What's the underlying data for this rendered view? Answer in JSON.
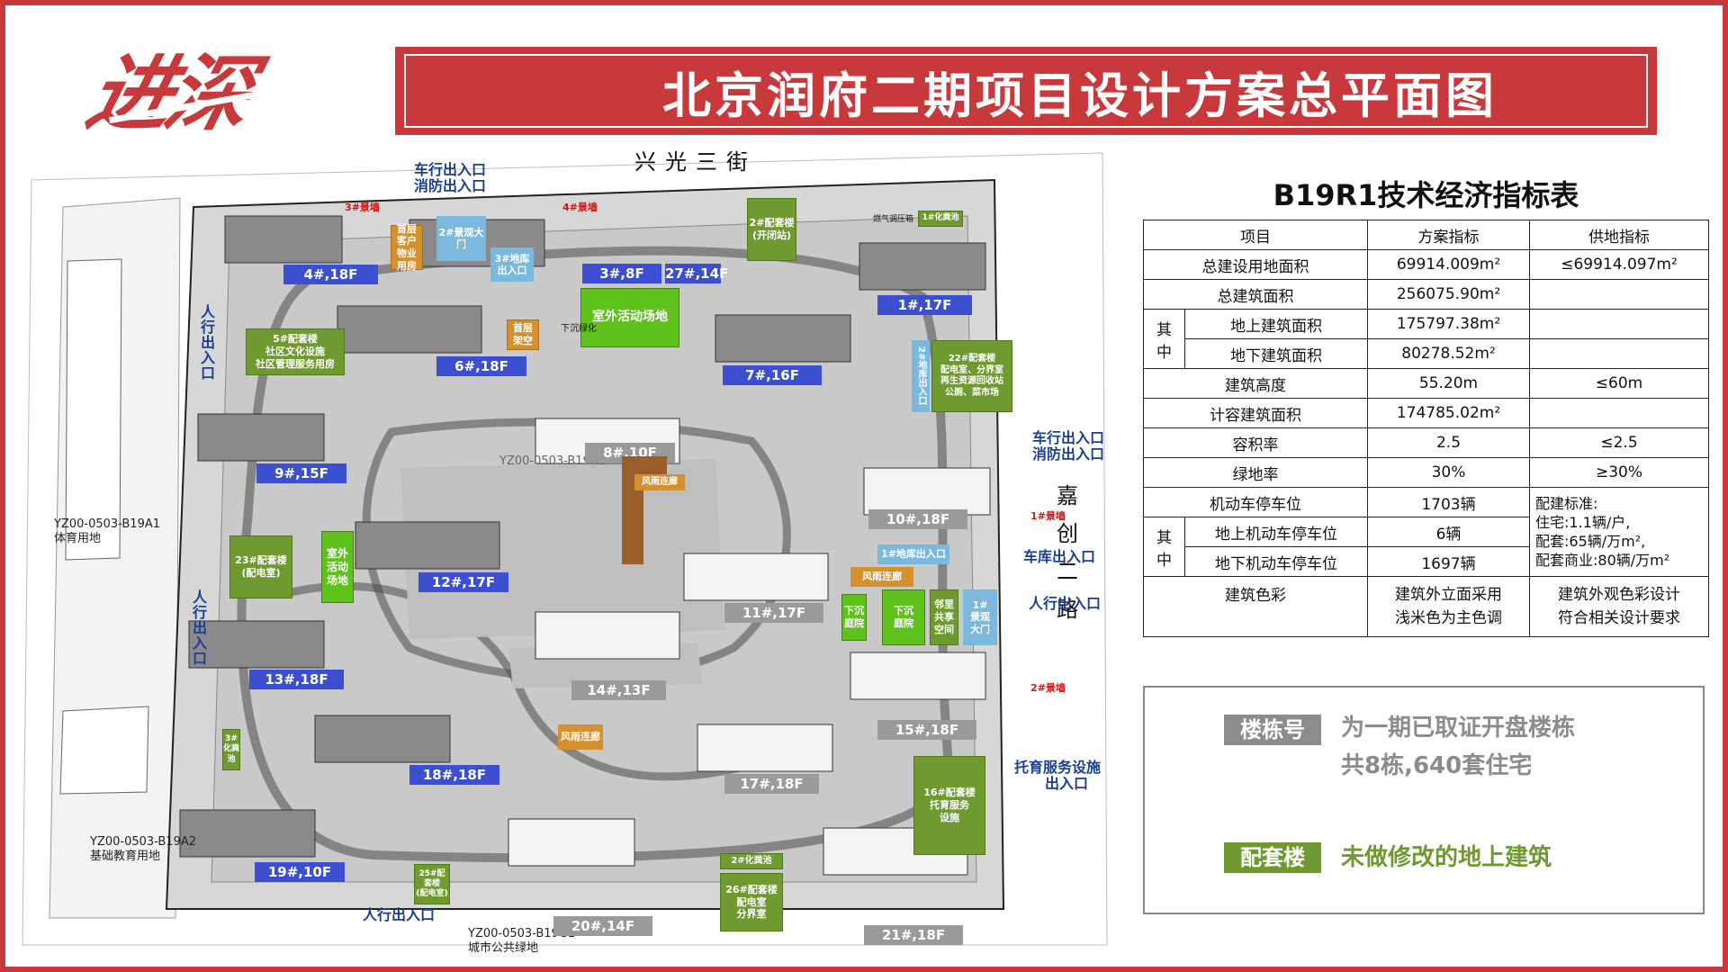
{
  "header": {
    "logo_text": "进深",
    "title": "北京润府二期项目设计方案总平面图"
  },
  "plan": {
    "road_north": "兴光三街",
    "road_east": [
      "嘉",
      "创",
      "二",
      "路"
    ],
    "site_labels": {
      "west_top": [
        "YZ00-0503-B19A1",
        "体育用地"
      ],
      "west_bottom": [
        "YZ00-0503-B19A2",
        "基础教育用地"
      ],
      "south": [
        "YZ00-0503-B19G1",
        "城市公共绿地"
      ],
      "center": "YZ00-0503-B19R1"
    },
    "buildings_blue": [
      {
        "id": "b4",
        "label": "4#,18F"
      },
      {
        "id": "b3",
        "label": "3#,8F"
      },
      {
        "id": "b27",
        "label": "27#,14F"
      },
      {
        "id": "b1",
        "label": "1#,17F"
      },
      {
        "id": "b6",
        "label": "6#,18F"
      },
      {
        "id": "b7",
        "label": "7#,16F"
      },
      {
        "id": "b9",
        "label": "9#,15F"
      },
      {
        "id": "b12",
        "label": "12#,17F"
      },
      {
        "id": "b13",
        "label": "13#,18F"
      },
      {
        "id": "b18",
        "label": "18#,18F"
      },
      {
        "id": "b19",
        "label": "19#,10F"
      }
    ],
    "buildings_gray": [
      {
        "id": "b8",
        "label": "8#,10F"
      },
      {
        "id": "b10",
        "label": "10#,18F"
      },
      {
        "id": "b11",
        "label": "11#,17F"
      },
      {
        "id": "b14",
        "label": "14#,13F"
      },
      {
        "id": "b15",
        "label": "15#,18F"
      },
      {
        "id": "b17",
        "label": "17#,18F"
      },
      {
        "id": "b20",
        "label": "20#,14F"
      },
      {
        "id": "b21",
        "label": "21#,18F"
      }
    ],
    "facilities": {
      "f_top_small": "首层\n客户\n物业\n用房",
      "f2": "2#配套楼\n(开闭站)",
      "f_outdoor_top": "室外活动场地",
      "f_first_floor": "首层\n架空",
      "f5": "5#配套楼\n社区文化设施\n社区管理服务用房",
      "f22": "22#配套楼\n配电室、分界室\n再生资源回收站\n公厕、菜市场",
      "f23": "23#配套楼\n(配电室)",
      "f_outdoor_left": "室外\n活动\n场地",
      "f16": "16#配套楼\n托育服务\n设施",
      "f25": "25#配套楼\n(配电室)",
      "f26": "26#配套楼\n配电室\n分界室",
      "f_sunken1": "下沉\n庭院",
      "f_sunken2": "下沉\n庭院",
      "f_neighbor": "邻里\n共享\n空间",
      "f_green1": "1#化粪池",
      "f_green2": "2#化粪池",
      "f_green3": "3#\n化粪池",
      "f_gas": "燃气调压箱",
      "f_sunken_green": "下沉绿化"
    },
    "corridors": {
      "c1": "风雨连廊",
      "c2": "风雨连廊",
      "c3": "风雨连廊"
    },
    "blue_zones": {
      "z2_gate": "2#景观大门",
      "z3_garage": "3#地库\n出入口",
      "z1_gate": "1#\n景观\n大门",
      "z1_garage": "1#地库出入口",
      "z2_garage": "2#地库出入口"
    },
    "entrances": {
      "north": [
        "车行出入口",
        "消防出入口"
      ],
      "east_vehicle": [
        "车行出入口",
        "消防出入口"
      ],
      "east_garage": "车库出入口",
      "east_pedestrian": "人行出入口",
      "east_nursery": [
        "托育服务设施",
        "出入口"
      ],
      "west_top": "人行出入口",
      "west_bottom": "人行出入口",
      "south": "人行出入口"
    },
    "walls": {
      "w3": "3#景墙",
      "w4": "4#景墙",
      "w1": "1#景墙",
      "w2": "2#景墙"
    }
  },
  "table": {
    "title": "B19R1技术经济指标表",
    "headers": [
      "项目",
      "方案指标",
      "供地指标"
    ],
    "rows": {
      "r1": [
        "总建设用地面积",
        "69914.009m²",
        "≤69914.097m²"
      ],
      "r2": [
        "总建筑面积",
        "256075.90m²",
        ""
      ],
      "r3_group": "其\n中",
      "r3": [
        "地上建筑面积",
        "175797.38m²",
        ""
      ],
      "r4": [
        "地下建筑面积",
        "80278.52m²",
        ""
      ],
      "r5": [
        "建筑高度",
        "55.20m",
        "≤60m"
      ],
      "r6": [
        "计容建筑面积",
        "174785.02m²",
        ""
      ],
      "r7": [
        "容积率",
        "2.5",
        "≤2.5"
      ],
      "r8": [
        "绿地率",
        "30%",
        "≥30%"
      ],
      "r9": [
        "机动车停车位",
        "1703辆"
      ],
      "r9_std": [
        "配建标准:",
        "住宅:1.1辆/户,",
        "配套:65辆/万m²,",
        "配套商业:80辆/万m²"
      ],
      "r10_group": "其\n中",
      "r10": [
        "地上机动车停车位",
        "6辆"
      ],
      "r11": [
        "地下机动车停车位",
        "1697辆"
      ],
      "r12": [
        "建筑色彩",
        "建筑外立面采用\n浅米色为主色调",
        "建筑外观色彩设计\n符合相关设计要求"
      ]
    }
  },
  "legend": {
    "chip1": "楼栋号",
    "text1": [
      "为一期已取证开盘楼栋",
      "共8栋,640套住宅"
    ],
    "chip2": "配套楼",
    "text2": "未做修改的地上建筑"
  },
  "colors": {
    "accent_red": "#c8393c",
    "tag_blue": "#3b4fd0",
    "tag_gray": "#9a9a9a",
    "facility_green": "#6f9a2f",
    "entry_blue": "#1a3f94"
  }
}
